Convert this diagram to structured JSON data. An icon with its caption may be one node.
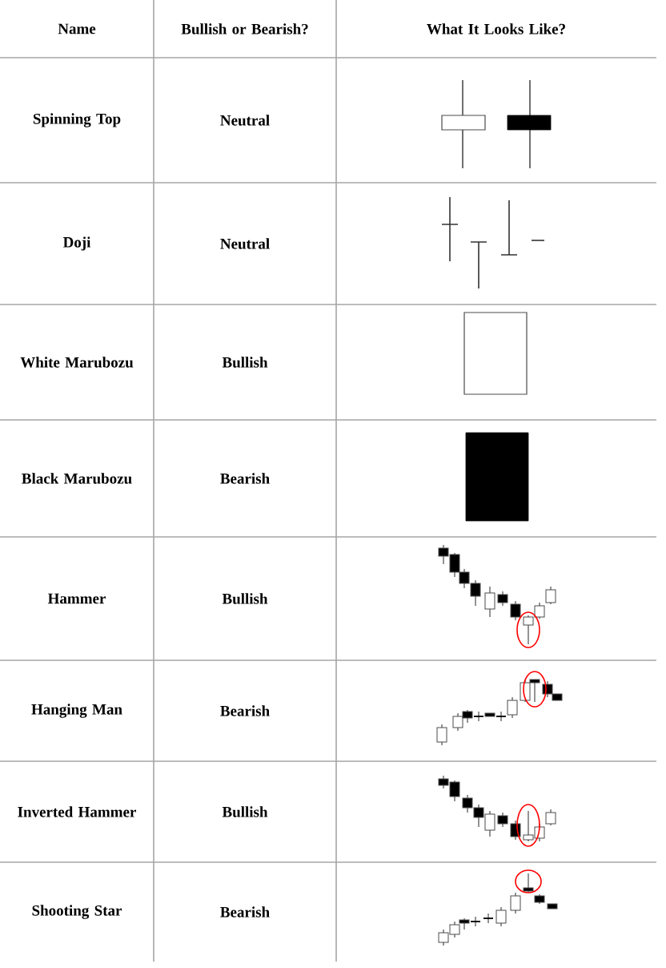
{
  "diagram": {
    "labels": [
      "Name",
      "Bullish or Bearish?",
      "What It Looks Like?",
      "Spinning Top",
      "Neutral",
      "Doji",
      "Neutral",
      "White Marubozu",
      "Bullish",
      "Black Marubozu",
      "Bearish",
      "Hammer",
      "Bullish",
      "Hanging Man",
      "Bearish",
      "Inverted Hammer",
      "Bullish",
      "Shooting Star",
      "Bearish"
    ]
  }
}
